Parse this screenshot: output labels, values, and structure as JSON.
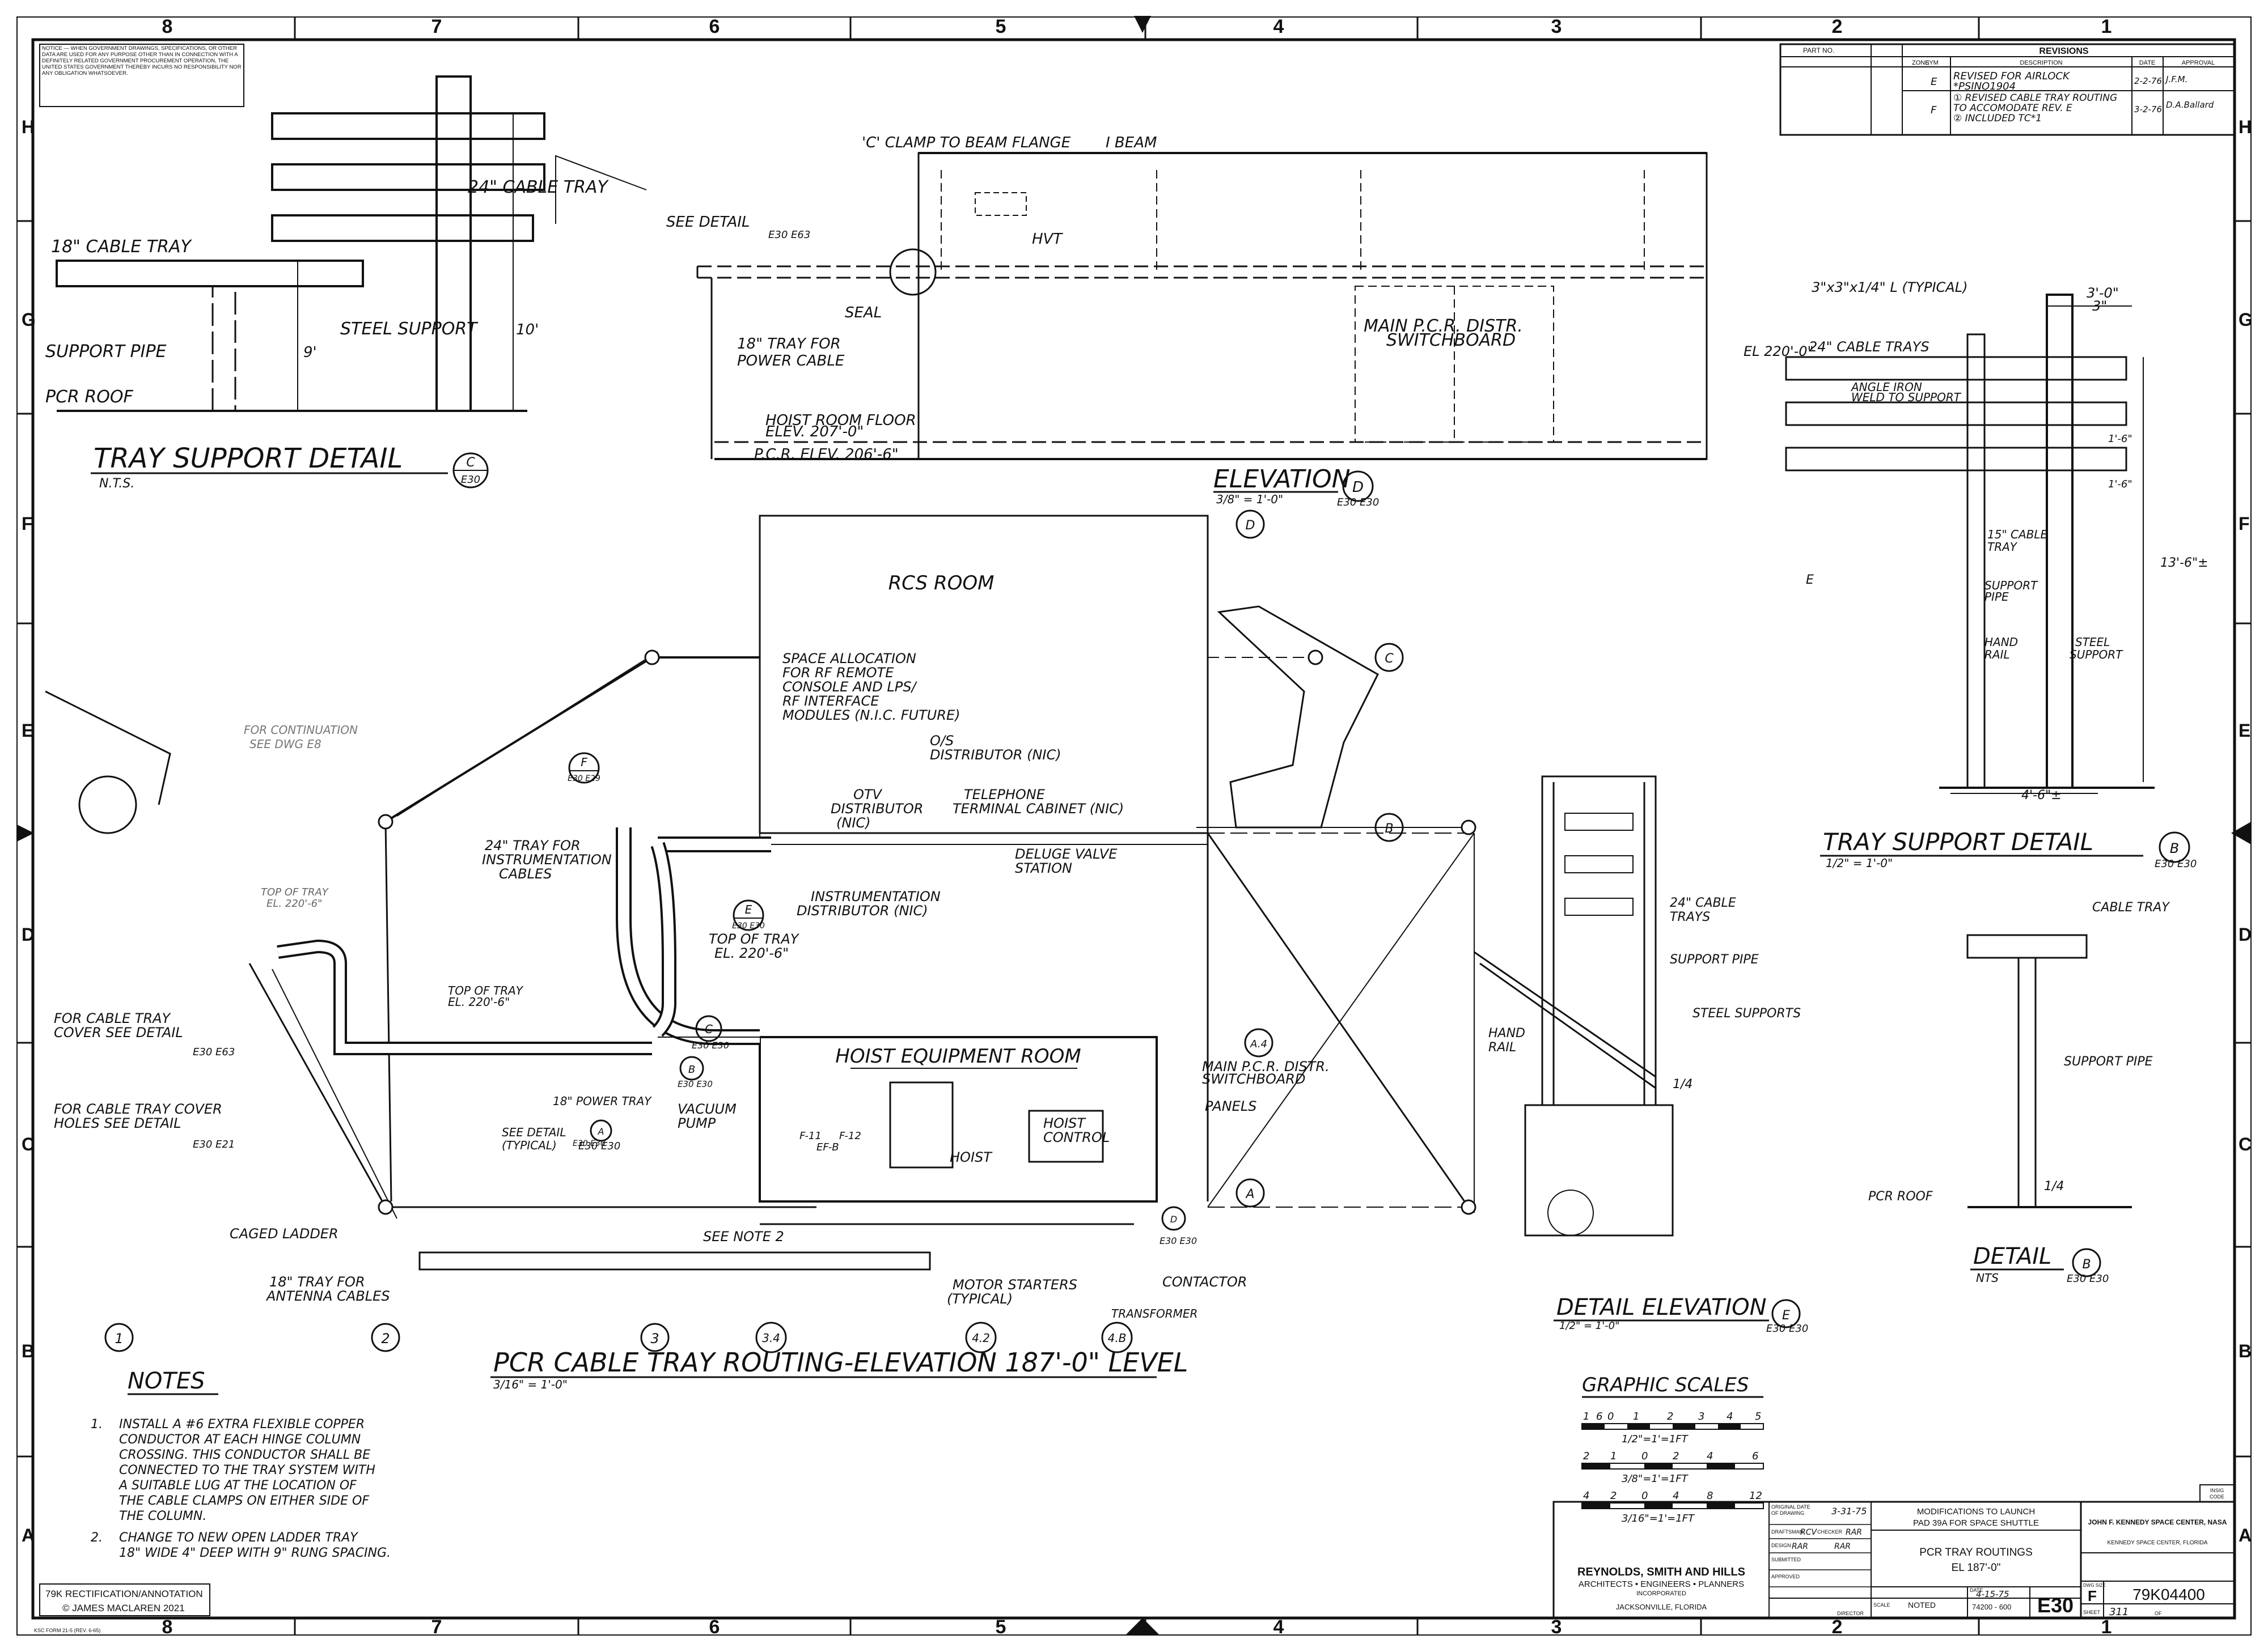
{
  "border": {
    "columns": [
      "8",
      "7",
      "6",
      "5",
      "4",
      "3",
      "2",
      "1"
    ],
    "rows": [
      "H",
      "G",
      "F",
      "E",
      "D",
      "C",
      "B",
      "A"
    ]
  },
  "notice_block": "NOTICE — WHEN GOVERNMENT DRAWINGS, SPECIFICATIONS, OR OTHER DATA ARE USED FOR ANY PURPOSE OTHER THAN IN CONNECTION WITH A DEFINITELY RELATED GOVERNMENT PROCUREMENT OPERATION, THE UNITED STATES GOVERNMENT THEREBY INCURS NO RESPONSIBILITY NOR ANY OBLIGATION WHATSOEVER.",
  "revisions": {
    "title": "REVISIONS",
    "part_no_label": "PART NO.",
    "headers": [
      "ZONE",
      "SYM",
      "DESCRIPTION",
      "DATE",
      "APPROVAL"
    ],
    "rows": [
      {
        "sym": "E",
        "desc1": "REVISED FOR AIRLOCK",
        "desc2": "*PSINO1904",
        "date": "2-2-76",
        "approval": "J.F.M."
      },
      {
        "sym": "F",
        "desc1": "① REVISED CABLE TRAY ROUTING",
        "desc2": "TO ACCOMODATE REV. E",
        "desc3": "② INCLUDED TC*1",
        "date": "3-2-76",
        "approval": "D.A.Ballard"
      }
    ]
  },
  "tray_support_c": {
    "title": "TRAY SUPPORT DETAIL",
    "scale": "N.T.S.",
    "bubble_top": "C",
    "bubble_bottom": "E30",
    "bubble_ref": "E30",
    "labels": {
      "tray24": "24\" CABLE TRAY",
      "tray18": "18\" CABLE TRAY",
      "steel_support": "STEEL SUPPORT",
      "support_pipe": "SUPPORT PIPE",
      "pcr_roof": "PCR ROOF",
      "dim1": "9'",
      "dim2": "10'"
    }
  },
  "elevation_d": {
    "title": "ELEVATION",
    "scale": "3/8\" = 1'-0\"",
    "bubble": "D",
    "sheet_a": "E30",
    "sheet_b": "E30",
    "labels": {
      "clamp": "'C' CLAMP TO BEAM FLANGE",
      "ibeam": "I BEAM",
      "see_detail": "SEE DETAIL",
      "see_detail_ref": "E30 E63",
      "hvt": "HVT",
      "seal": "SEAL",
      "tray18": "18\" TRAY FOR",
      "tray18b": "POWER CABLE",
      "switchboard1": "MAIN P.C.R. DISTR.",
      "switchboard2": "SWITCHBOARD",
      "hoist_floor1": "HOIST ROOM FLOOR",
      "hoist_floor2": "ELEV. 207'-0\"",
      "pcr_elev": "P.C.R. ELEV. 206'-6\""
    }
  },
  "tray_support_b": {
    "title": "TRAY SUPPORT DETAIL",
    "scale": "1/2\" = 1'-0\"",
    "bubble": "B",
    "sheet_a": "E30",
    "sheet_b": "E30",
    "labels": {
      "angle": "3\"x3\"x1/4\" L (TYPICAL)",
      "dim30": "3'-0\"",
      "dim3": "3\"",
      "el220": "EL 220'-0\"",
      "trays24": "24\" CABLE TRAYS",
      "angle_iron1": "ANGLE IRON",
      "angle_iron2": "WELD TO SUPPORT",
      "tray15a": "15\" CABLE",
      "tray15b": "TRAY",
      "support_pipe1": "SUPPORT",
      "support_pipe2": "PIPE",
      "hand1": "HAND",
      "hand2": "RAIL",
      "steel1": "STEEL",
      "steel2": "SUPPORT",
      "dim13": "13'-6\"±",
      "dim4": "4'-6\"±",
      "dim16a": "1'-6\"",
      "dim16b": "1'-6\"",
      "zone_e": "E"
    }
  },
  "detail_b2": {
    "title": "DETAIL",
    "scale": "NTS",
    "bubble": "B",
    "sheet_a": "E30",
    "sheet_b": "E30",
    "labels": {
      "cable_tray": "CABLE TRAY",
      "support_pipe": "SUPPORT PIPE",
      "pcr_roof": "PCR ROOF",
      "weld": "1/4"
    }
  },
  "detail_elevation_e": {
    "title": "DETAIL ELEVATION",
    "scale": "1/2\" = 1'-0\"",
    "bubble": "E",
    "sheet_a": "E30",
    "sheet_b": "E30",
    "labels": {
      "trays24a": "24\" CABLE",
      "trays24b": "TRAYS",
      "support_pipe": "SUPPORT PIPE",
      "steel_supports": "STEEL SUPPORTS",
      "hand1": "HAND",
      "hand2": "RAIL",
      "weld": "1/4"
    }
  },
  "plan": {
    "title": "PCR CABLE TRAY ROUTING-ELEVATION 187'-0\" LEVEL",
    "scale": "3/16\" = 1'-0\"",
    "rcs_room": "RCS ROOM",
    "hoist_room": "HOIST EQUIPMENT ROOM",
    "grid_bubbles": [
      "1",
      "2",
      "3",
      "3.4",
      "4.2",
      "4.B"
    ],
    "row_bubbles": [
      "A",
      "A.4",
      "B",
      "C",
      "D"
    ],
    "labels": {
      "space1": "SPACE ALLOCATION",
      "space2": "FOR RF REMOTE",
      "space3": "CONSOLE AND LPS/",
      "space4": "RF INTERFACE",
      "space5": "MODULES (N.I.C. FUTURE)",
      "ois1": "O/S",
      "ois2": "DISTRIBUTOR (NIC)",
      "otv1": "OTV",
      "otv2": "DISTRIBUTOR",
      "otv3": "(NIC)",
      "tel1": "TELEPHONE",
      "tel2": "TERMINAL CABINET (NIC)",
      "deluge1": "DELUGE VALVE",
      "deluge2": "STATION",
      "instr1": "INSTRUMENTATION",
      "instr2": "DISTRIBUTOR (NIC)",
      "tray24_1": "24\" TRAY FOR",
      "tray24_2": "INSTRUMENTATION",
      "tray24_3": "CABLES",
      "top_tray1": "TOP OF TRAY",
      "top_tray2": "EL. 220'-6\"",
      "top_tray3": "TOP OF TRAY",
      "top_tray4": "EL. 220'-6\"",
      "cont1": "FOR CONTINUATION",
      "cont2": "SEE DWG E8",
      "top_tray5": "TOP OF TRAY",
      "top_tray6": "EL. 220'-6\"",
      "cover1": "FOR CABLE TRAY",
      "cover2": "COVER SEE DETAIL",
      "cover3": "E30 E63",
      "holes1": "FOR CABLE TRAY COVER",
      "holes2": "HOLES SEE DETAIL",
      "holes3": "E30 E21",
      "caged": "CAGED LADDER",
      "ant1": "18\" TRAY FOR",
      "ant2": "ANTENNA CABLES",
      "see_note": "SEE NOTE 2",
      "power": "18\" POWER TRAY",
      "vac1": "VACUUM",
      "vac2": "PUMP",
      "seedet1": "SEE DETAIL",
      "seedet2": "(TYPICAL)",
      "seedet3": "E30 E30",
      "hoist": "HOIST",
      "hoist_ctl1": "HOIST",
      "hoist_ctl2": "CONTROL",
      "mainsw1": "MAIN P.C.R. DISTR.",
      "mainsw2": "SWITCHBOARD",
      "panels": "PANELS",
      "contactor": "CONTACTOR",
      "motor1": "MOTOR STARTERS",
      "motor2": "(TYPICAL)",
      "transformer": "TRANSFORMER",
      "f11": "F-11",
      "f12": "F-12",
      "f13": "EF-B",
      "bub_f_top": "F",
      "bub_f_bot": "E30 E29",
      "bub_e_top": "E",
      "bub_e_bot": "E30 E30",
      "bub_c": "C",
      "bub_c2": "E30 E30",
      "bub_b": "B",
      "bub_b2": "E30 E30",
      "bub_d": "D",
      "bub_d2": "E30 E30",
      "bub_a": "A",
      "bub_a2": "E30 E30"
    }
  },
  "notes": {
    "title": "NOTES",
    "items": [
      [
        "1.",
        "INSTALL A #6 EXTRA FLEXIBLE COPPER",
        "CONDUCTOR AT EACH HINGE COLUMN",
        "CROSSING. THIS CONDUCTOR SHALL BE",
        "CONNECTED TO THE TRAY SYSTEM WITH",
        "A SUITABLE LUG AT THE LOCATION OF",
        "THE CABLE CLAMPS ON EITHER SIDE OF",
        "THE COLUMN."
      ],
      [
        "2.",
        "CHANGE TO NEW OPEN LADDER TRAY",
        "18\" WIDE 4\" DEEP WITH 9\" RUNG SPACING."
      ]
    ]
  },
  "graphic_scales": {
    "title": "GRAPHIC SCALES",
    "rows": [
      {
        "ticks": [
          "1",
          "6",
          "0",
          "1",
          "2",
          "3",
          "4",
          "5"
        ],
        "label": "1/2\"=1'=1FT"
      },
      {
        "ticks": [
          "2",
          "1",
          "0",
          "2",
          "4",
          "6"
        ],
        "label": "3/8\"=1'=1FT"
      },
      {
        "ticks": [
          "4",
          "2",
          "0",
          "4",
          "8",
          "12"
        ],
        "label": "3/16\"=1'=1FT"
      }
    ]
  },
  "title_block": {
    "firm1": "REYNOLDS, SMITH AND HILLS",
    "firm2": "ARCHITECTS • ENGINEERS • PLANNERS",
    "firm3": "INCORPORATED",
    "firm4": "JACKSONVILLE, FLORIDA",
    "orig_date_label1": "ORIGINAL DATE",
    "orig_date_label2": "OF DRAWING",
    "orig_date": "3-31-75",
    "drawn_label": "DRAFTSMAN",
    "drawn": "RCV",
    "checked_label": "CHECKER",
    "checked": "RAR",
    "design_label": "DESIGN",
    "design": "RAR",
    "engineer": "RAR",
    "submitted_label": "SUBMITTED",
    "approved_label": "APPROVED",
    "director_label": "DIRECTOR",
    "project1": "MODIFICATIONS TO LAUNCH",
    "project2": "PAD 39A FOR SPACE SHUTTLE",
    "dwg_title1": "PCR TRAY ROUTINGS",
    "dwg_title2": "EL 187'-0\"",
    "date_label": "DATE",
    "date": "4-15-75",
    "scale_label": "SCALE",
    "scale": "NOTED",
    "file": "74200 - 600",
    "sheet_code": "E30",
    "agency1": "JOHN F. KENNEDY SPACE CENTER, NASA",
    "agency2": "KENNEDY SPACE CENTER, FLORIDA",
    "dwg_size_label": "DWG SIZE",
    "dwg_size": "F",
    "dwg_no": "79K04400",
    "sheet_label": "SHEET",
    "sheet": "311",
    "of_label": "OF",
    "insig1": "INSIG",
    "insig2": "CODE"
  },
  "credit": {
    "line1": "79K RECTIFICATION/ANNOTATION",
    "line2": "© JAMES MACLAREN 2021"
  },
  "bottom_ref": "KSC FORM 21-5 (REV. 6-65)"
}
